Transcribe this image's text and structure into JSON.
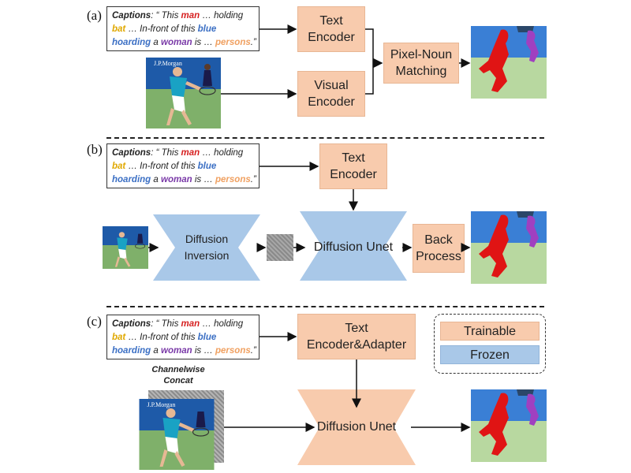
{
  "caption": {
    "label": "Captions",
    "p1": ": “ This ",
    "man": "man",
    "p2": " … holding",
    "bat": "bat",
    "p3": " … In-front of this ",
    "blue": "blue",
    "hoarding": "hoarding",
    "p4": " a ",
    "woman": "woman",
    "p5": " is … ",
    "persons": "persons",
    "p6": ".”"
  },
  "panel_a": {
    "label": "(a)",
    "text_encoder": "Text\nEncoder",
    "visual_encoder": "Visual\nEncoder",
    "matching": "Pixel-Noun\nMatching"
  },
  "panel_b": {
    "label": "(b)",
    "text_encoder": "Text\nEncoder",
    "diffusion_inversion": "Diffusion\nInversion",
    "diffusion_unet": "Diffusion Unet",
    "back_process": "Back\nProcess"
  },
  "panel_c": {
    "label": "(c)",
    "text_encoder": "Text\nEncoder&Adapter",
    "concat": "Channelwise\nConcat",
    "diffusion_unet": "Diffusion Unet"
  },
  "legend": {
    "trainable": "Trainable",
    "frozen": "Frozen"
  },
  "photo_text": "J.P.Morgan",
  "colors": {
    "trainable": "#f8cbad",
    "frozen": "#a9c8e8",
    "man_seg": "#e01414",
    "woman_seg": "#a040c0",
    "court": "#b8d8a0",
    "sky": "#3a7fd5"
  }
}
